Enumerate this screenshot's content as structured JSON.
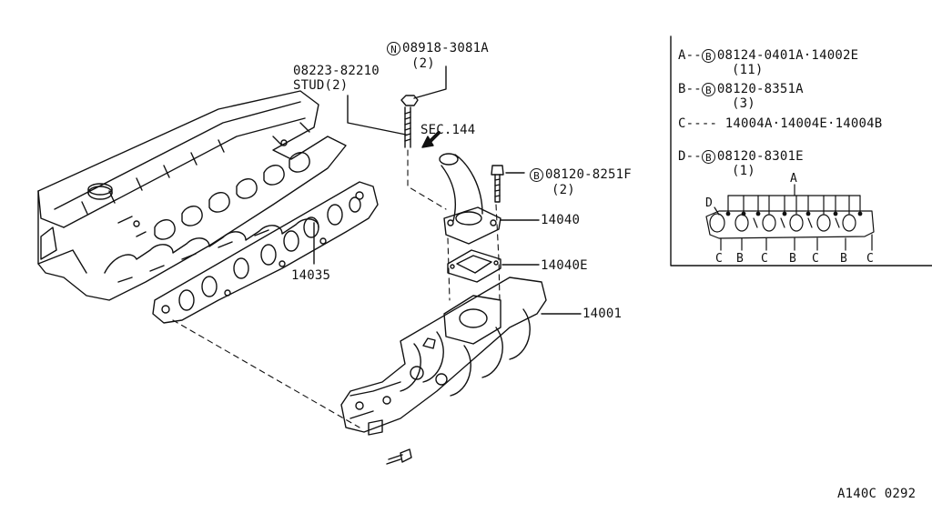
{
  "callouts": {
    "nut": {
      "symbol": "N",
      "part": "08918-3081A",
      "qty": "(2)"
    },
    "stud": {
      "part": "08223-82210",
      "desc": "STUD(2)"
    },
    "sec": "SEC.144",
    "bolt_top": {
      "symbol": "B",
      "part": "08120-8251F",
      "qty": "(2)"
    },
    "gasket_head": "14035",
    "elbow": "14040",
    "elbow_gasket": "14040E",
    "manifold": "14001"
  },
  "legend": {
    "a": {
      "key": "A--",
      "symbol": "B",
      "text": "08124-0401A·14002E",
      "qty": "(11)"
    },
    "b": {
      "key": "B--",
      "symbol": "B",
      "text": "08120-8351A",
      "qty": "(3)"
    },
    "c": {
      "key": "C----",
      "text": "14004A·14004E·14004B"
    },
    "d": {
      "key": "D--",
      "symbol": "B",
      "text": "08120-8301E",
      "qty": "(1)"
    },
    "detail_top": "A",
    "detail_left": "D",
    "detail_bottom": [
      "C",
      "B",
      "C",
      "B",
      "C",
      "B",
      "C"
    ]
  },
  "footer_code": "A140C 0292"
}
